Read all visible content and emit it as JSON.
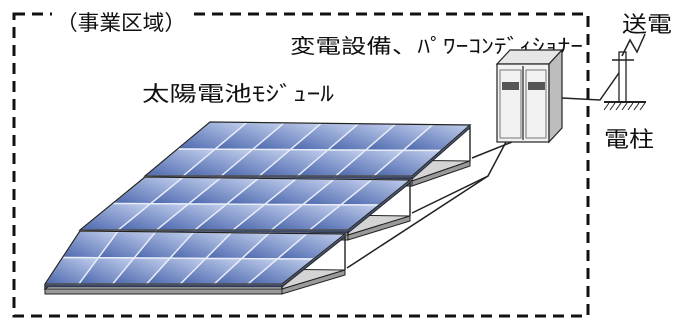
{
  "diagram": {
    "area_label": "（事業区域）",
    "substation_label": "変電設備、ﾊﾟﾜｰｺﾝﾃﾞｨｼｮﾅｰ",
    "module_label": "太陽電池ﾓｼﾞｭｰﾙ",
    "transmission_label": "送電",
    "pole_label": "電柱"
  },
  "colors": {
    "panel_light": "#c3d0ee",
    "panel_dark": "#4a66ad",
    "panel_grid": "#e9eef8",
    "base_top": "#d4d4d4",
    "base_side": "#9a9a9a",
    "outline": "#222222"
  }
}
